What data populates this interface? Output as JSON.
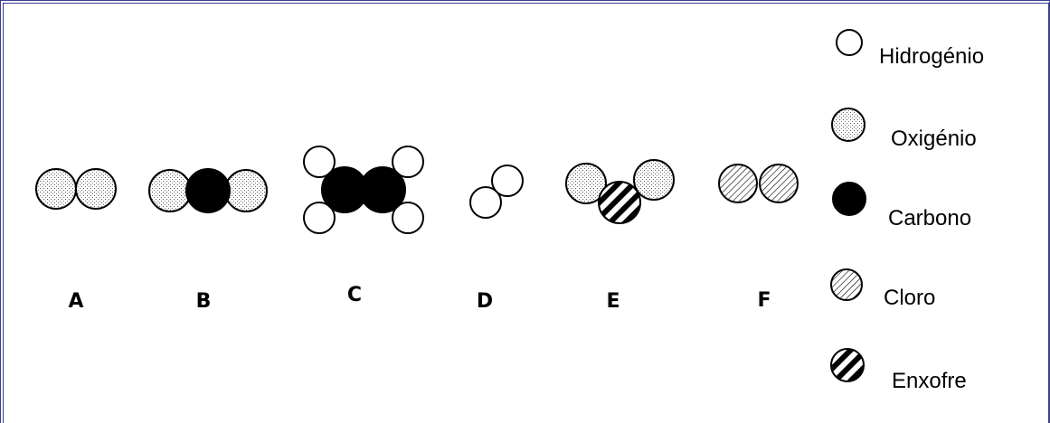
{
  "legend": {
    "hydrogen": "Hidrogénio",
    "oxygen": "Oxigénio",
    "carbon": "Carbono",
    "chlorine": "Cloro",
    "sulfur": "Enxofre"
  },
  "molecules": {
    "a": "A",
    "b": "B",
    "c": "C",
    "d": "D",
    "e": "E",
    "f": "F"
  },
  "colors": {
    "frame": "#3b3f8f",
    "atom_outline": "#000000",
    "carbon_fill": "#000000",
    "hydrogen_fill": "#ffffff"
  }
}
